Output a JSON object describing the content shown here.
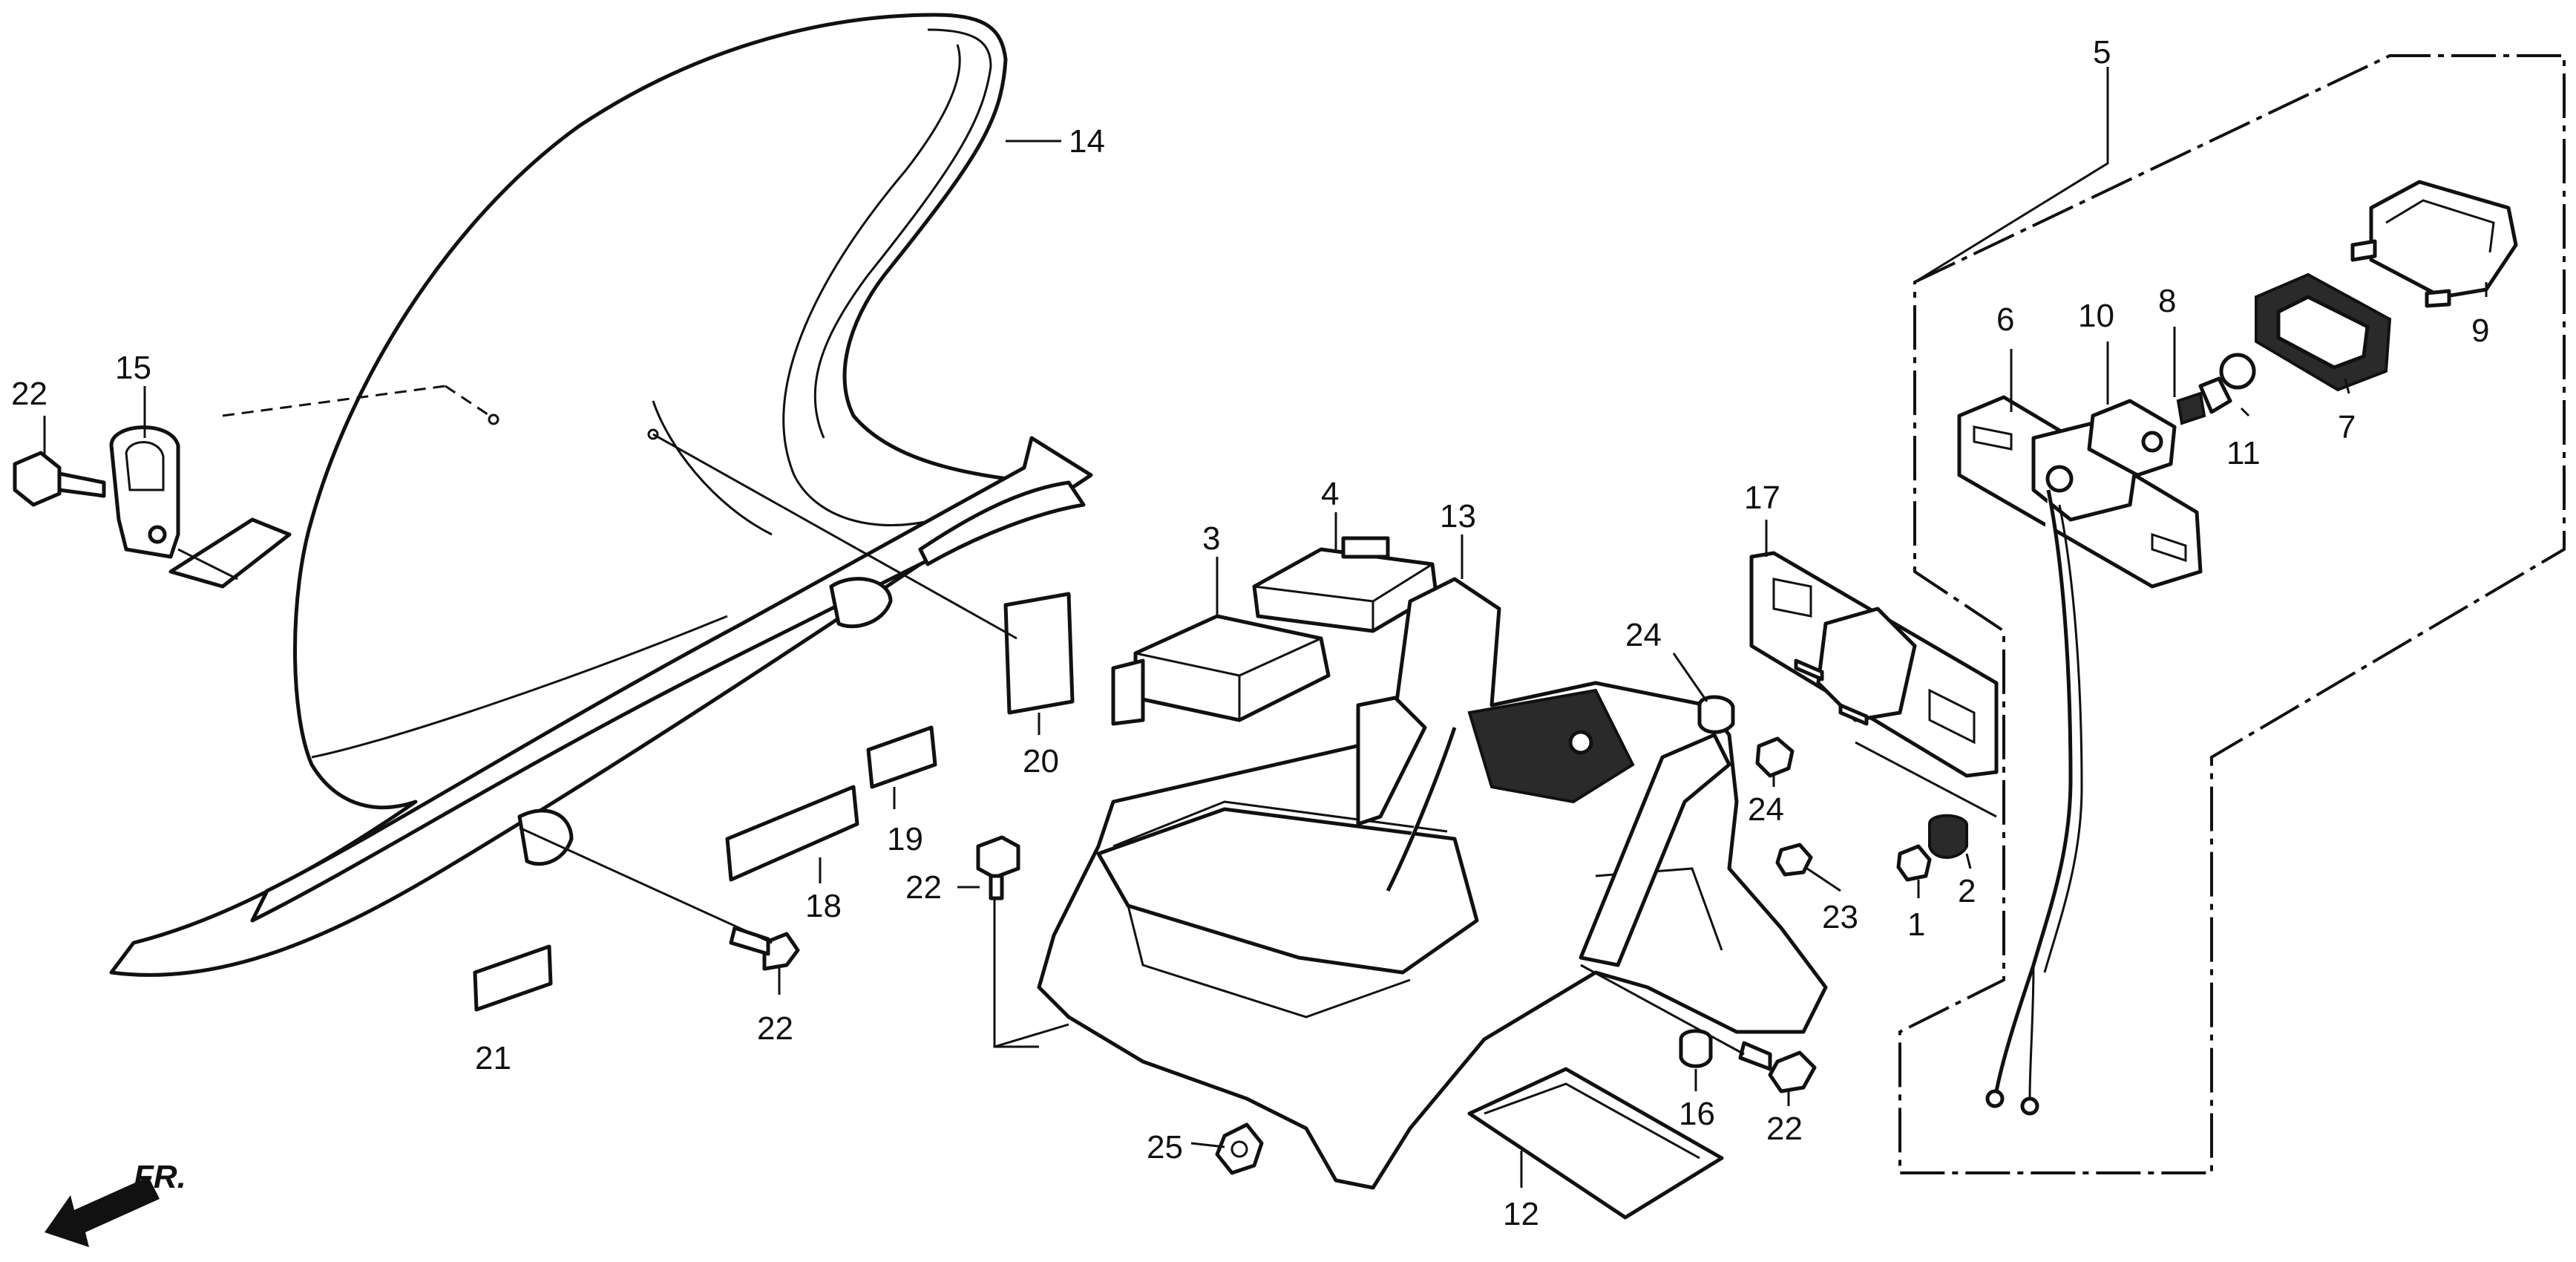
{
  "diagram": {
    "direction_indicator": {
      "text": "FR.",
      "icon": "front-arrow-icon"
    },
    "callouts": [
      {
        "id": "c1",
        "label": "1"
      },
      {
        "id": "c2",
        "label": "2"
      },
      {
        "id": "c3",
        "label": "3"
      },
      {
        "id": "c4",
        "label": "4"
      },
      {
        "id": "c5",
        "label": "5"
      },
      {
        "id": "c6",
        "label": "6"
      },
      {
        "id": "c7",
        "label": "7"
      },
      {
        "id": "c8",
        "label": "8"
      },
      {
        "id": "c9",
        "label": "9"
      },
      {
        "id": "c10",
        "label": "10"
      },
      {
        "id": "c11",
        "label": "11"
      },
      {
        "id": "c12",
        "label": "12"
      },
      {
        "id": "c13",
        "label": "13"
      },
      {
        "id": "c14",
        "label": "14"
      },
      {
        "id": "c15",
        "label": "15"
      },
      {
        "id": "c16",
        "label": "16"
      },
      {
        "id": "c17",
        "label": "17"
      },
      {
        "id": "c18",
        "label": "18"
      },
      {
        "id": "c19",
        "label": "19"
      },
      {
        "id": "c20",
        "label": "20"
      },
      {
        "id": "c21",
        "label": "21"
      },
      {
        "id": "c22a",
        "label": "22"
      },
      {
        "id": "c22b",
        "label": "22"
      },
      {
        "id": "c22c",
        "label": "22"
      },
      {
        "id": "c22d",
        "label": "22"
      },
      {
        "id": "c23",
        "label": "23"
      },
      {
        "id": "c24a",
        "label": "24"
      },
      {
        "id": "c24b",
        "label": "24"
      },
      {
        "id": "c25",
        "label": "25"
      }
    ]
  }
}
